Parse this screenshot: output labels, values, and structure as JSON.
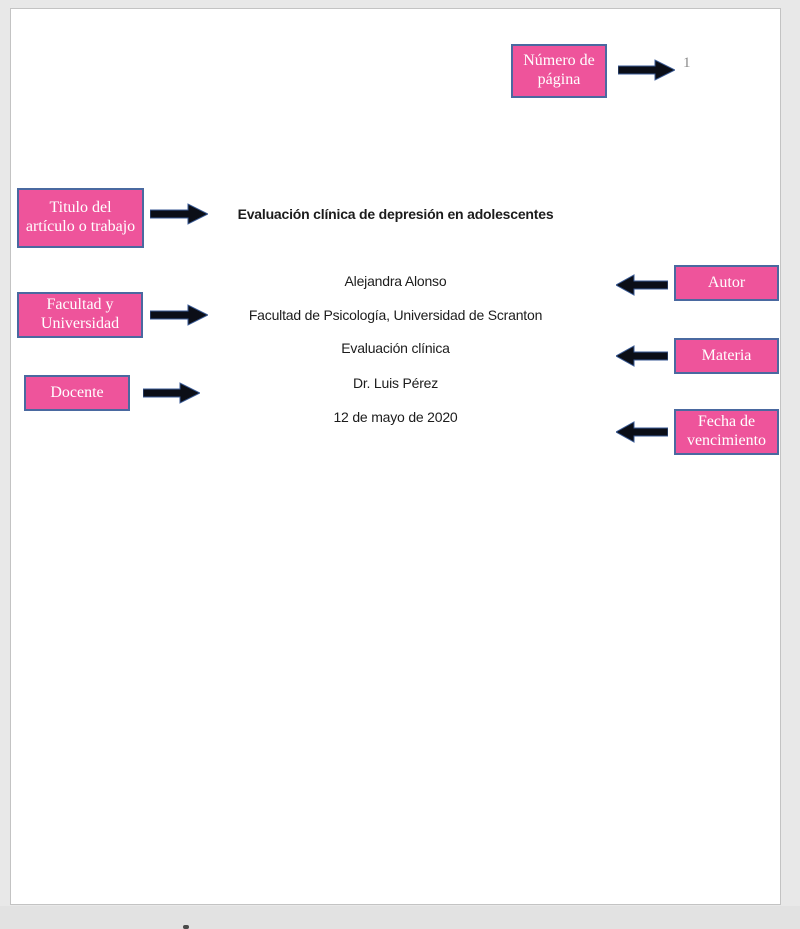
{
  "colors": {
    "callout_fill": "#ee549b",
    "callout_border": "#4a69a0",
    "arrow_fill": "#0b0e17",
    "arrow_outline": "#3a5a94",
    "page_background": "#ffffff",
    "desk_background": "#e8e8e8",
    "page_number_gray": "#8a8a8a"
  },
  "document": {
    "page_number": "1",
    "title": "Evaluación clínica de depresión en adolescentes",
    "author": "Alejandra Alonso",
    "affiliation": "Facultad de Psicología, Universidad de Scranton",
    "course": "Evaluación clínica",
    "instructor": "Dr. Luis Pérez",
    "due_date": "12 de mayo de 2020"
  },
  "callouts": {
    "page_number": "Número de página",
    "title": "Titulo del artículo o trabajo",
    "author": "Autor",
    "affiliation": "Facultad y Universidad",
    "course": "Materia",
    "instructor": "Docente",
    "due_date": "Fecha de vencimiento"
  }
}
